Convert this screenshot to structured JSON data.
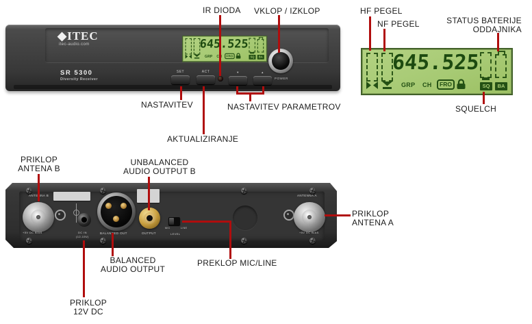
{
  "colors": {
    "callout_red": "#b00d0d",
    "lcd_bg": "#a7ca74",
    "lcd_dark": "#235014",
    "panel_gray": "#3a3a3a"
  },
  "front_panel": {
    "brand_mark": "◆",
    "brand": "ITEC",
    "brand_sub": "itec-audio.com",
    "model": "SR 5300",
    "model_sub": "Diversity Receiver",
    "btn_set": "SET",
    "btn_act": "ACT",
    "btn_down": "▼",
    "btn_up": "▲",
    "power_label": "POWER"
  },
  "lcd": {
    "value": "645.525",
    "grp": "GRP",
    "ch": "CH",
    "fro": "FRO",
    "sq": "SQ",
    "ba": "BA"
  },
  "rear_panel": {
    "antenna_b": "ANTENNA B",
    "antenna_a": "ANTENNA A",
    "bias_b": "+5V DC BIAS",
    "bias_a": "+5V DC BIAS",
    "dc_line1": "DC IN",
    "dc_line2": "(12-15V)",
    "balanced_out": "BALANCED OUT",
    "output": "OUTPUT",
    "mic": "MIC",
    "line": "LINE",
    "level": "LEVEL"
  },
  "callouts": {
    "ir_dioda": "IR DIODA",
    "vklop": "VKLOP / IZKLOP",
    "hf_pegel": "HF PEGEL",
    "nf_pegel": "NF PEGEL",
    "status_line1": "STATUS BATERIJE",
    "status_line2": "ODDAJNIKA",
    "squelch": "SQUELCH",
    "nastavitev": "NASTAVITEV",
    "nastavitev_parametrov": "NASTAVITEV PARAMETROV",
    "aktualiziranje": "AKTUALIZIRANJE",
    "priklop_antena_b1": "PRIKLOP",
    "priklop_antena_b2": "ANTENA B",
    "unbalanced1": "UNBALANCED",
    "unbalanced2": "AUDIO OUTPUT B",
    "priklop_antena_a1": "PRIKLOP",
    "priklop_antena_a2": "ANTENA A",
    "balanced1": "BALANCED",
    "balanced2": "AUDIO OUTPUT",
    "preklop_mic_line": "PREKLOP MIC/LINE",
    "priklop_12v1": "PRIKLOP",
    "priklop_12v2": "12V DC"
  }
}
